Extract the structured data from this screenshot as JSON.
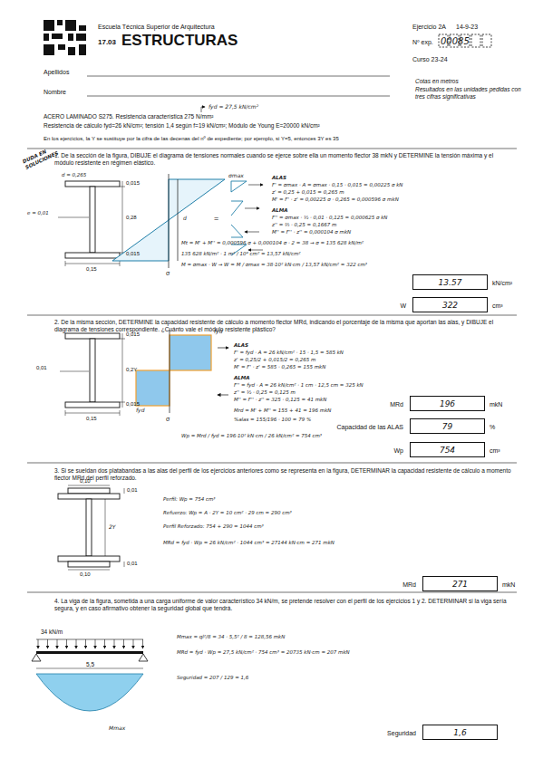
{
  "diagram": {
    "nodes": [
      {
        "text": [
          "13.57",
          "kN/cm²"
        ]
      },
      {
        "text": [
          "W",
          "322",
          "cm³"
        ]
      },
      {
        "text": [
          "MRd",
          "196",
          "mkN"
        ]
      },
      {
        "text": [
          "Capacidad de las ALAS",
          "79",
          "%"
        ]
      },
      {
        "text": [
          "Wp",
          "754",
          "cm³"
        ]
      },
      {
        "text": [
          "MRd",
          "271",
          "mkN"
        ]
      },
      {
        "text": [
          "Seguridad",
          "1,6"
        ]
      }
    ],
    "labels": [
      "Escuela Técnica Superior de Arquitectura",
      "17.03",
      "ESTRUCTURAS",
      "Ejercicio 2A",
      "14-9-23",
      "Nº exp.",
      "00085",
      "Curso 23-24",
      "Apellidos",
      "Nombre",
      "Cotas en metros",
      "Resultados en las unidades pedidas con tres cifras significativas",
      "fyd = 27,5 kN/cm²",
      "ACERO LAMINADO S275. Resistencia característica 275 N/mm²",
      "Resistencia de cálculo fyd=26 kN/cm²; tensión 1,4 según f=19 kN/cm²; Módulo de Young E=20000 kN/cm²",
      "En los ejercicios, la Y se sustituye por la cifra de las decenas del nº de expediente; por ejemplo, si Y=5, entonces 3Y es 35",
      "1. De la sección de la figura, DIBUJE el diagrama de tensiones normales cuando se ejerce sobre ella un momento flector 38 mkN y DETERMINE la tensión máxima y el módulo resistente en régimen elástico.",
      "DUDA EN SOLUCIONES",
      "d = 0,265",
      "0,015",
      "e = 0,01",
      "0,28",
      "0,015",
      "0,15",
      "σmax",
      "d",
      "σ",
      "=",
      "ALAS",
      "F' = σmax · A = σmax · 0,15 · 0,015 = 0,00225 σ kN",
      "z' = 0,25 + 0,015 = 0,265 m",
      "M' = F' · z' = 0,00225 σ · 0,265 = 0,000596 σ mkN",
      "ALMA",
      "F'' = σmax · ½ · 0,01 · 0,125 = 0,000625 σ kN",
      "z'' = ⅔ · 0,25 = 0,1667 m",
      "M'' = F'' · z'' = 0,000104 σ mkN",
      "Mt = M' + M'' = 0,000596 σ + 0,000104 σ · 2 = 38 → σ = 135 628 kN/m²",
      "135 628 kN/m² · 1 m² / 10⁴ cm² = 13,57 kN/cm²",
      "M = σmax · W → W = M / σmax = 38·10² kN·cm / 13,57 kN/cm² = 322 cm³",
      "2. De la misma sección, DETERMINE la capacidad resistente de cálculo a momento flector MRd, indicando el porcentaje de la misma que aportan las alas, y DIBUJE el diagrama de tensiones correspondiente. ¿Cuánto vale el módulo resistente plástico?",
      "0,015",
      "0,01",
      "0,2Y",
      "0,015",
      "0,15",
      "fyd",
      "fyd",
      "σ",
      "ALAS",
      "F' = fyd · A = 26 kN/cm² · 15 · 1,5 = 585 kN",
      "z' = 0,25/2 + 0,015/2 = 0,265 m",
      "M' = F' · z' = 585 · 0,265 = 155 mkN",
      "ALMA",
      "F'' = fyd · A = 26 kN/cm² · 1 cm · 12,5 cm = 325 kN",
      "z'' = ½ · 0,25 = 0,125 m",
      "M'' = F'' · z'' = 325 · 0,125 = 41 mkN",
      "Mrd = M' + M'' = 155 + 41 = 196 mkN",
      "%alas = 155/196 · 100 = 79 %",
      "Wp = Mrd / fyd = 196·10² kN·cm / 26 kN/cm² = 754 cm³",
      "3. Si se sueldan dos platabandas a las alas del perfil de los ejercicios anteriores como se representa en la figura, DETERMINAR la capacidad resistente de cálculo a momento flector MRd del perfil reforzado.",
      "0,10",
      "0,01",
      "2Y",
      "0,01",
      "0,10",
      "Perfil: Wp = 754 cm³",
      "Refuerzo: Wp = A · 2Y = 10 cm² · 29 cm = 290 cm³",
      "Perfil Reforzado: 754 + 290 = 1044 cm³",
      "MRd = fyd · Wp = 26 kN/cm² · 1044 cm³ = 27144 kN·cm = 271 mkN",
      "4. La viga de la figura, sometida a una carga uniforme de valor característico 34 kN/m, se pretende resolver con el perfil de los ejercicios 1 y 2. DETERMINAR si la viga sería segura, y en caso afirmativo obtener la seguridad global que tendrá.",
      "34 kN/m",
      "5,5",
      "Mmax",
      "Mmax = ql²/8 = 34 · 5,5² / 8 = 128,56 mkN",
      "MRd = fyd · Wp = 27,5 kN/cm² · 754 cm³ = 20735 kN·cm = 207 mkN",
      "Seguridad = 207 / 129 = 1,6"
    ]
  }
}
